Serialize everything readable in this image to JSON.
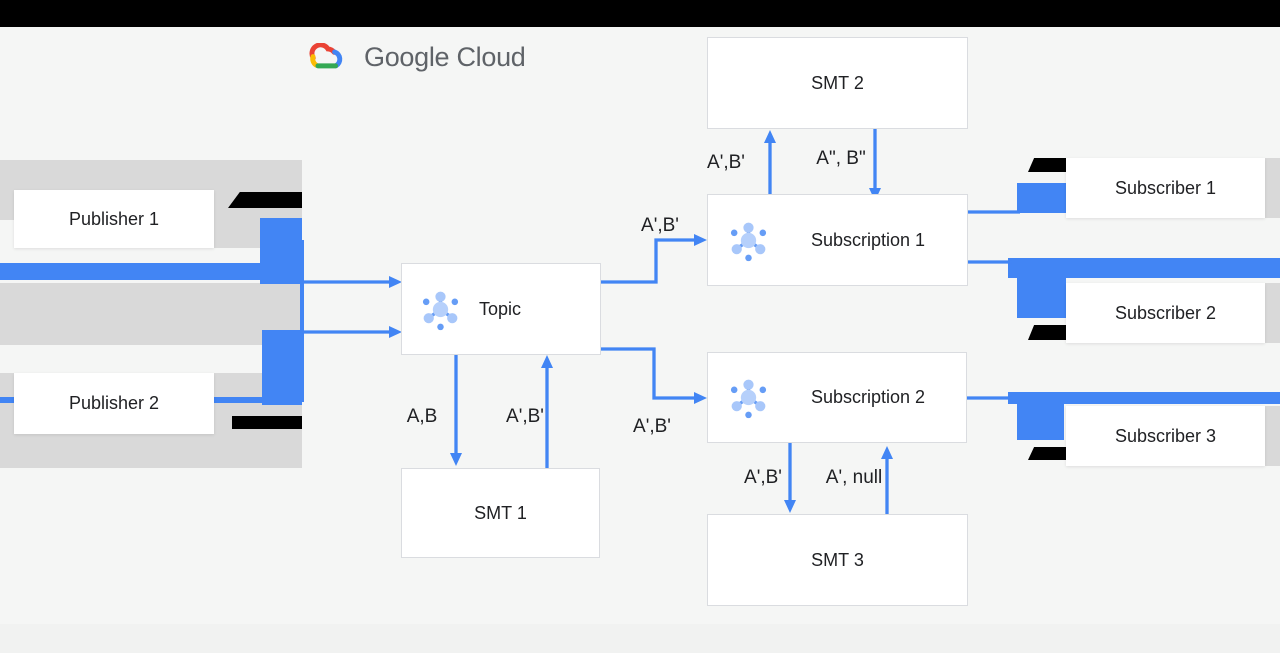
{
  "logo": {
    "text": "Google Cloud"
  },
  "nodes": {
    "topic": {
      "label": "Topic"
    },
    "smt1": {
      "label": "SMT 1"
    },
    "smt2": {
      "label": "SMT 2"
    },
    "smt3": {
      "label": "SMT 3"
    },
    "subscription1": {
      "label": "Subscription 1"
    },
    "subscription2": {
      "label": "Subscription 2"
    },
    "publisher1": {
      "label": "Publisher 1"
    },
    "publisher2": {
      "label": "Publisher 2"
    },
    "subscriber1": {
      "label": "Subscriber 1"
    },
    "subscriber2": {
      "label": "Subscriber 2"
    },
    "subscriber3": {
      "label": "Subscriber 3"
    }
  },
  "edge_labels": {
    "topic_to_smt1": "A,B",
    "smt1_to_topic": "A',B'",
    "topic_to_sub1": "A',B'",
    "sub1_to_smt2": "A',B'",
    "smt2_to_sub1": "A\", B\"",
    "topic_to_sub2": "A',B'",
    "sub2_to_smt3": "A',B'",
    "smt3_to_sub2": "A', null"
  },
  "colors": {
    "bg": "#f5f6f5",
    "footer": "#f1f2f1",
    "band": "#d9d9d9",
    "black": "#000000",
    "arrow": "#4285f4",
    "border": "#dadce0",
    "text": "#202124",
    "logo_text": "#5f6368",
    "icon_light": "#a8c7fa",
    "icon_mid": "#669df6",
    "icon_center": "#b6d0fb",
    "logo_red": "#ea4335",
    "logo_blue": "#4285f4",
    "logo_yellow": "#fbbc04",
    "logo_green": "#34a853"
  }
}
